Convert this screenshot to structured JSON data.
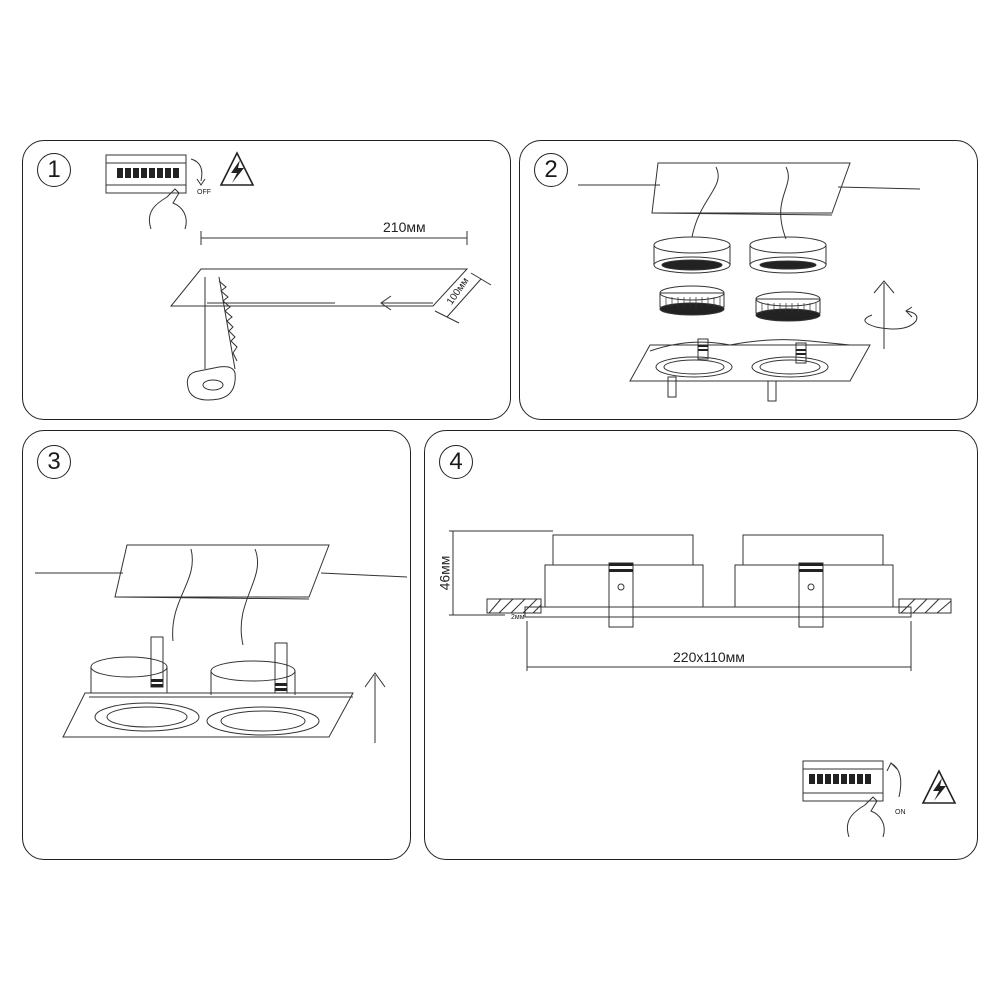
{
  "steps": [
    {
      "number": "1",
      "switch_label": "OFF",
      "width_label": "210мм",
      "depth_label": "100мм"
    },
    {
      "number": "2"
    },
    {
      "number": "3"
    },
    {
      "number": "4",
      "height_label": "46мм",
      "thickness_label": "2мм",
      "size_label": "220х110мм",
      "switch_label": "ON"
    }
  ],
  "icons": {
    "hazard": "electric-hazard-icon",
    "breaker": "breaker-panel-icon",
    "saw": "jigsaw-icon",
    "rotate": "rotate-arrow-icon"
  },
  "colors": {
    "line": "#222222",
    "background": "#ffffff"
  }
}
